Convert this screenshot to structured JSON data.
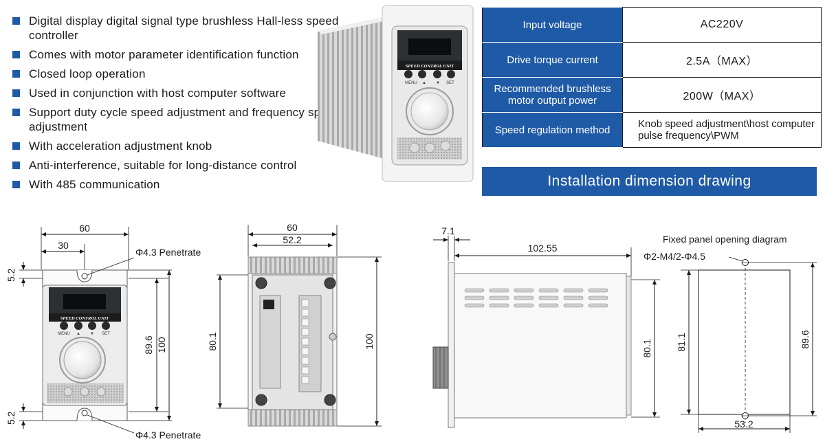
{
  "features": [
    "Digital display digital signal type brushless Hall-less speed controller",
    "Comes with motor parameter identification function",
    "Closed loop operation",
    "Used in conjunction with host computer software",
    "Support duty cycle speed adjustment and frequency speed adjustment",
    "With acceleration adjustment knob",
    "Anti-interference, suitable for long-distance control",
    "With 485 communication"
  ],
  "specs": [
    {
      "label": "Input voltage",
      "value": "AC220V"
    },
    {
      "label": "Drive torque current",
      "value": "2.5A（MAX）"
    },
    {
      "label": "Recommended brushless motor output power",
      "value": "200W（MAX）"
    },
    {
      "label": "Speed regulation method",
      "value": "Knob speed adjustment\\host computer pulse frequency\\PWM"
    }
  ],
  "banner": "Installation dimension drawing",
  "device": {
    "panel_title": "SPEED CONTROL UNIT",
    "buttons": [
      "MENU",
      "▲",
      "▼",
      "SET"
    ]
  },
  "drawing1": {
    "width": "60",
    "half": "30",
    "top_offset": "5.2",
    "bottom_offset": "5.2",
    "inner_height": "89.6",
    "height": "100",
    "hole_top": "Φ4.3 Penetrate",
    "hole_bottom": "Φ4.3 Penetrate"
  },
  "drawing2": {
    "width": "60",
    "inner_width": "52.2",
    "inner_height": "80.1",
    "height": "100"
  },
  "drawing3": {
    "flange": "7.1",
    "length": "102.55",
    "height": "80.1"
  },
  "drawing4": {
    "title": "Fixed panel opening diagram",
    "holes": "Φ2-M4/2-Φ4.5",
    "height": "81.1",
    "hole_spacing": "89.6",
    "width": "53.2"
  }
}
